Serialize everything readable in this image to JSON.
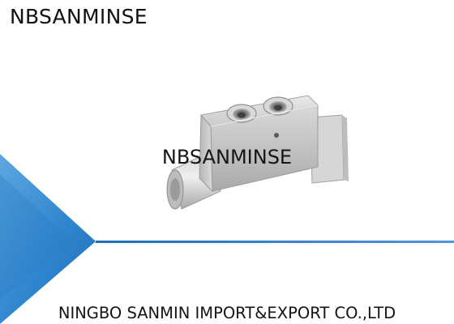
{
  "brand": {
    "top_label": "NBSANMINSE",
    "watermark": "NBSANMINSE"
  },
  "footer": {
    "company_name": "NINGBO SANMIN IMPORT&EXPORT CO.,LTD"
  },
  "colors": {
    "accent_blue": "#2f7fc6",
    "accent_blue_light": "#5ea7e0",
    "background": "#ffffff",
    "metal": "#c8c8c8"
  },
  "product": {
    "icon": "hydraulic-valve-block-photo"
  }
}
